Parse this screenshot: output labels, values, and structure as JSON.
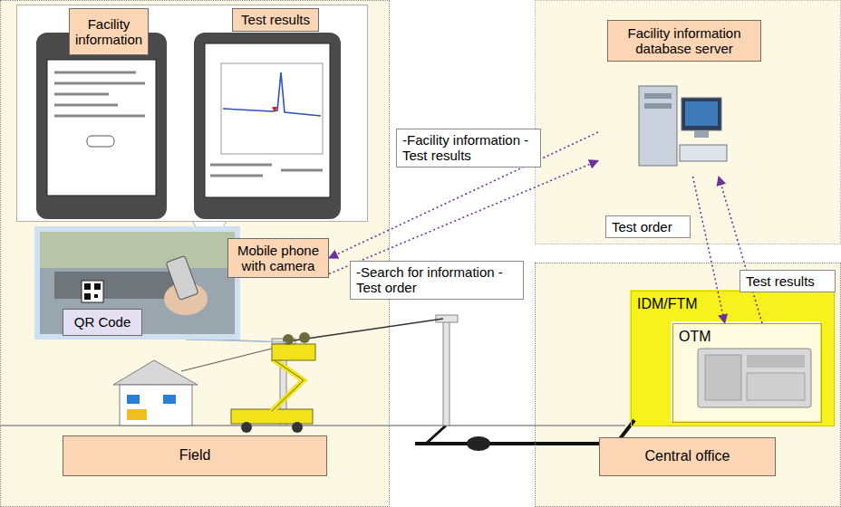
{
  "diagram": {
    "nodes": [
      {
        "text": [
          "Field"
        ]
      },
      {
        "text": [
          "Mobile phone with camera"
        ],
        "in": 0
      },
      {
        "text": [
          "QR Code"
        ],
        "in": 0
      },
      {
        "text": [
          "Facility information"
        ],
        "in": 0
      },
      {
        "text": [
          "Test results"
        ],
        "in": 0
      },
      {
        "text": [
          "Facility information database server"
        ]
      },
      {
        "text": [
          "Central office"
        ]
      },
      {
        "text": [
          "IDM/FTM"
        ],
        "in": 6
      },
      {
        "text": [
          "OTM"
        ],
        "in": 7
      }
    ],
    "edges": [
      {
        "from": 5,
        "to": 1,
        "label": "-Facility information -Test results",
        "arrow": "to"
      },
      {
        "from": 1,
        "to": 5,
        "label": "-Search for information -Test order",
        "arrow": "to"
      },
      {
        "from": 5,
        "to": 8,
        "label": "Test order",
        "arrow": "to"
      },
      {
        "from": 8,
        "to": 5,
        "label": "Test results",
        "arrow": "to"
      }
    ]
  }
}
